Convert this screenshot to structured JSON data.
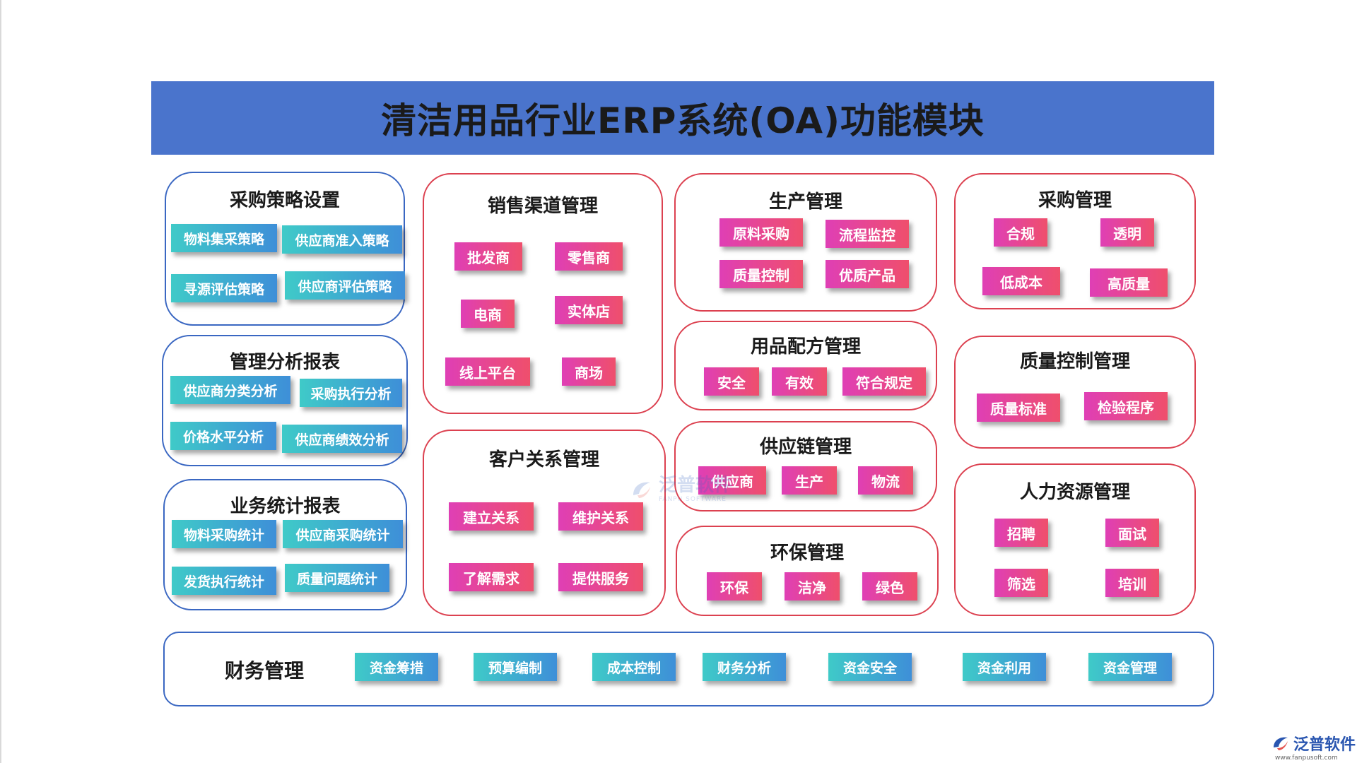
{
  "title": "清洁用品行业ERP系统(OA)功能模块",
  "panels": {
    "procurement_strategy": {
      "title": "采购策略设置",
      "items": [
        "物料集采策略",
        "供应商准入策略",
        "寻源评估策略",
        "供应商评估策略"
      ]
    },
    "management_analysis": {
      "title": "管理分析报表",
      "items": [
        "供应商分类分析",
        "采购执行分析",
        "价格水平分析",
        "供应商绩效分析"
      ]
    },
    "business_statistics": {
      "title": "业务统计报表",
      "items": [
        "物料采购统计",
        "供应商采购统计",
        "发货执行统计",
        "质量问题统计"
      ]
    },
    "sales_channel": {
      "title": "销售渠道管理",
      "items": [
        "批发商",
        "零售商",
        "电商",
        "实体店",
        "线上平台",
        "商场"
      ]
    },
    "crm": {
      "title": "客户关系管理",
      "items": [
        "建立关系",
        "维护关系",
        "了解需求",
        "提供服务"
      ]
    },
    "production": {
      "title": "生产管理",
      "items": [
        "原料采购",
        "流程监控",
        "质量控制",
        "优质产品"
      ]
    },
    "formula": {
      "title": "用品配方管理",
      "items": [
        "安全",
        "有效",
        "符合规定"
      ]
    },
    "supply_chain": {
      "title": "供应链管理",
      "items": [
        "供应商",
        "生产",
        "物流"
      ]
    },
    "environment": {
      "title": "环保管理",
      "items": [
        "环保",
        "洁净",
        "绿色"
      ]
    },
    "purchasing": {
      "title": "采购管理",
      "items": [
        "合规",
        "透明",
        "低成本",
        "高质量"
      ]
    },
    "quality_control": {
      "title": "质量控制管理",
      "items": [
        "质量标准",
        "检验程序"
      ]
    },
    "hr": {
      "title": "人力资源管理",
      "items": [
        "招聘",
        "面试",
        "筛选",
        "培训"
      ]
    },
    "finance": {
      "title": "财务管理",
      "items": [
        "资金筹措",
        "预算编制",
        "成本控制",
        "财务分析",
        "资金安全",
        "资金利用",
        "资金管理"
      ]
    }
  },
  "watermark": {
    "cn": "泛普软件",
    "en": "FANPU SOFTWARE"
  },
  "logo": {
    "cn": "泛普软件",
    "url": "www.fanpusoft.com"
  },
  "colors": {
    "banner": "#4a74cc",
    "blue_border": "#3a67c2",
    "red_border": "#dc4150",
    "teal_chip_start": "#3fcac8",
    "teal_chip_end": "#3e8fd8",
    "pink_chip_start": "#df3fb5",
    "pink_chip_end": "#ef4f6c"
  }
}
